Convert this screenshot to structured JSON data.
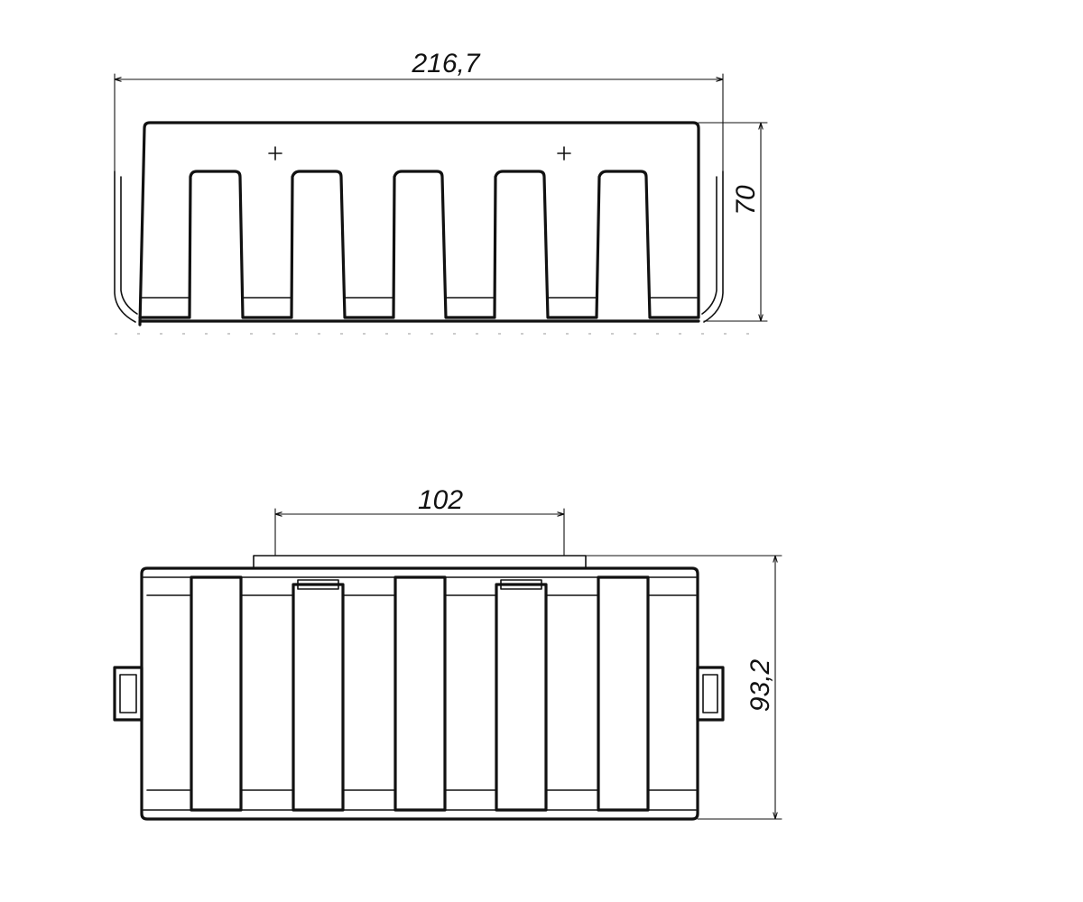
{
  "drawing": {
    "views": {
      "front": {
        "dimensions": {
          "width": "216,7",
          "height": "70"
        }
      },
      "top": {
        "dimensions": {
          "bracket_width": "102",
          "depth": "93,2"
        }
      }
    },
    "colors": {
      "line": "#111111",
      "background": "#ffffff"
    }
  }
}
